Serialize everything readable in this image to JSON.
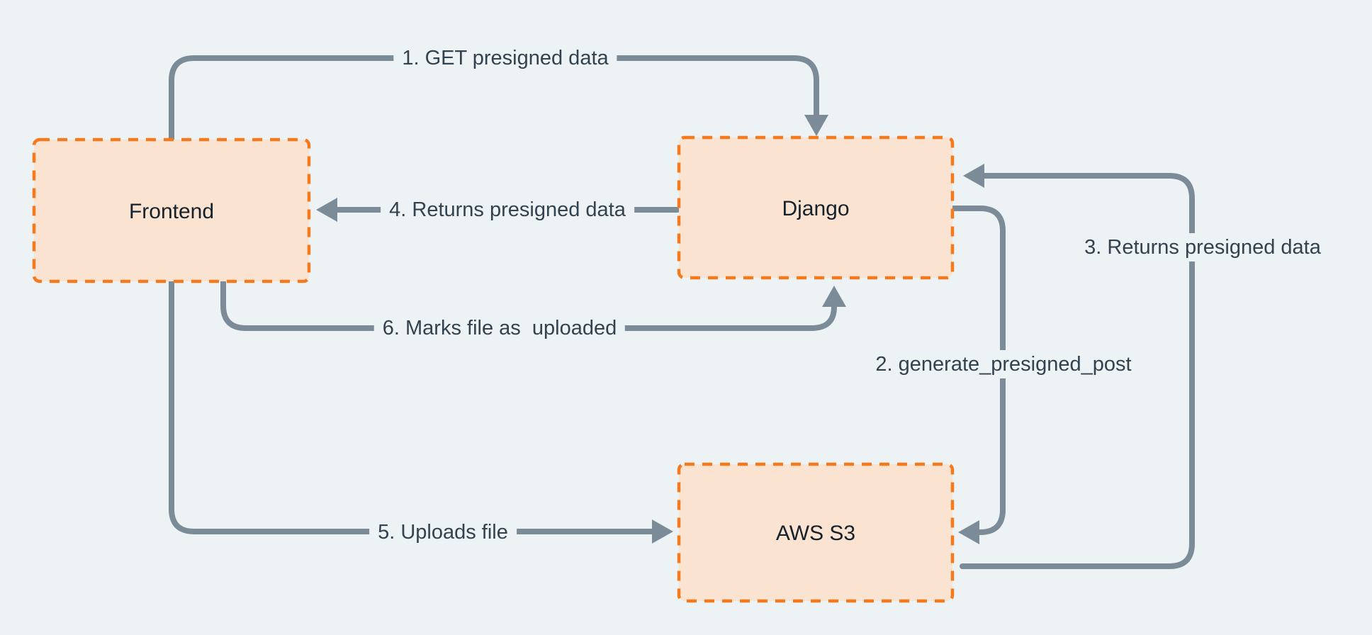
{
  "diagram": {
    "background_color": "#edf2f5",
    "node_fill_color": "#fbe3d2",
    "node_border_color": "#f5791d",
    "arrow_color": "#7b8b98",
    "edge_label_color": "#32434f",
    "node_label_color": "#15212b",
    "nodes": [
      {
        "id": "frontend",
        "label": "Frontend"
      },
      {
        "id": "django",
        "label": "Django"
      },
      {
        "id": "aws-s3",
        "label": "AWS S3"
      }
    ],
    "edges": [
      {
        "id": "step-1",
        "label": "1. GET presigned data",
        "from": "Frontend",
        "to": "Django"
      },
      {
        "id": "step-2",
        "label": "2. generate_presigned_post",
        "from": "Django",
        "to": "AWS S3"
      },
      {
        "id": "step-3",
        "label": "3. Returns presigned data",
        "from": "AWS S3",
        "to": "Django"
      },
      {
        "id": "step-4",
        "label": "4. Returns presigned data",
        "from": "Django",
        "to": "Frontend"
      },
      {
        "id": "step-5",
        "label": "5. Uploads file",
        "from": "Frontend",
        "to": "AWS S3"
      },
      {
        "id": "step-6",
        "label": "6. Marks file as  uploaded",
        "from": "Frontend",
        "to": "Django"
      }
    ]
  }
}
